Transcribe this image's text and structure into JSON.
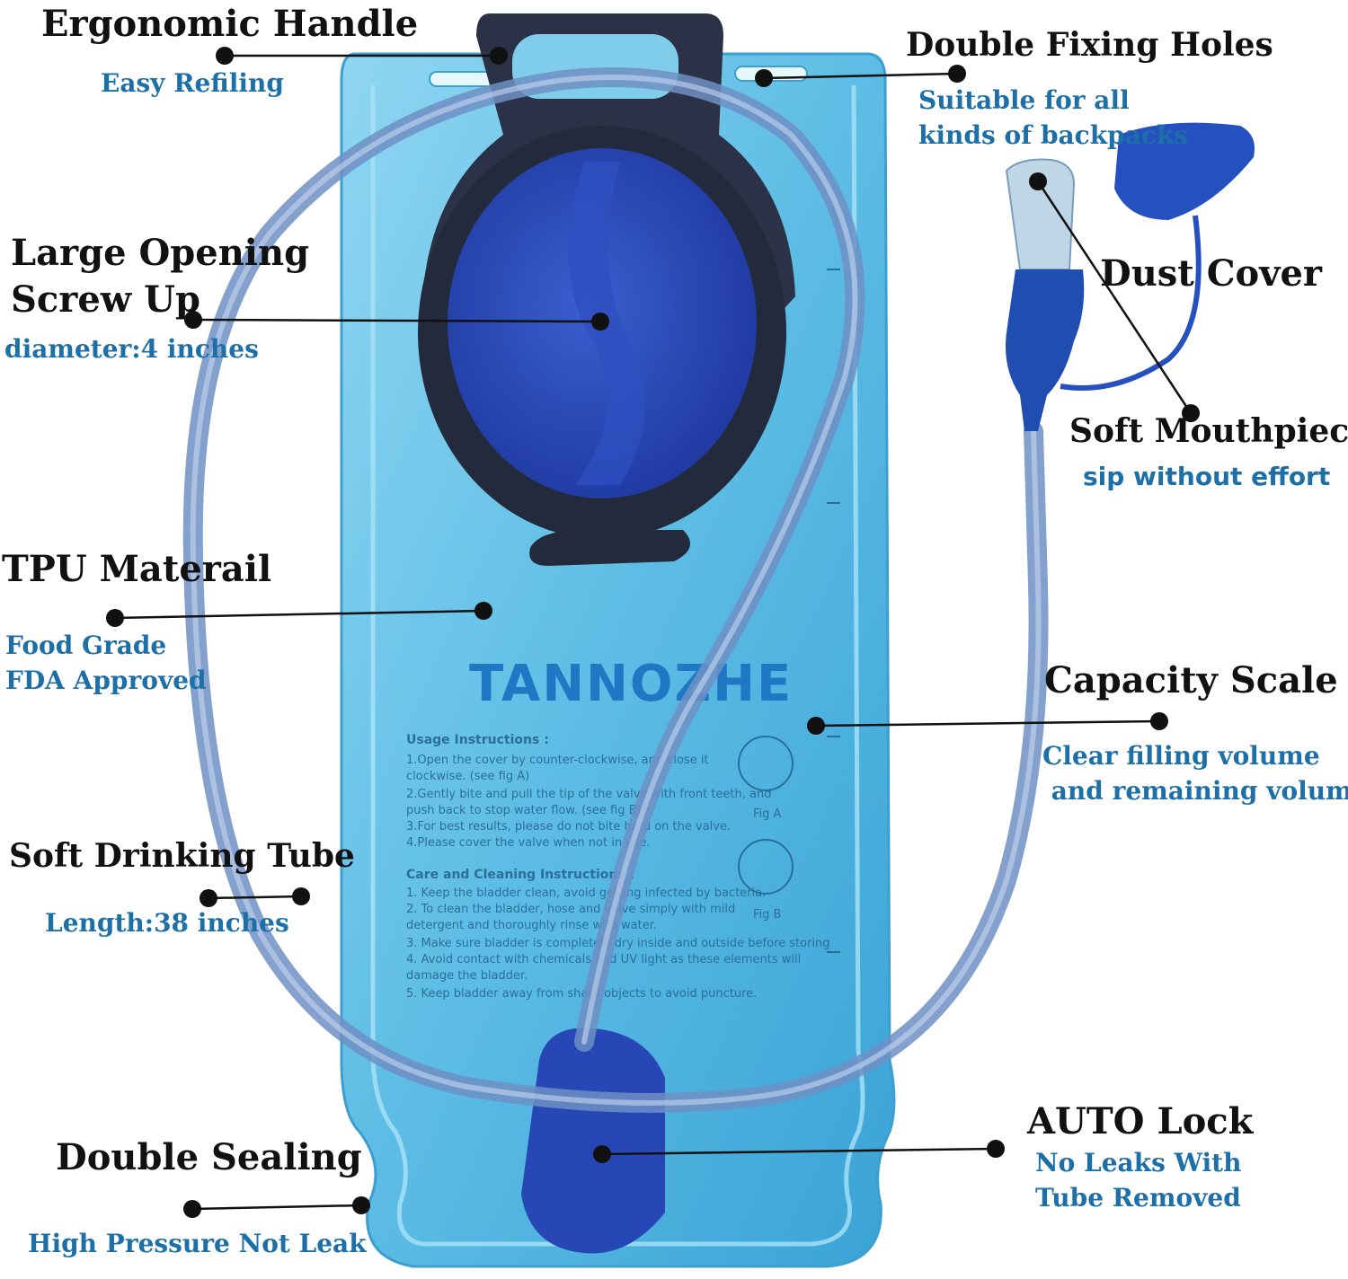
{
  "colors": {
    "label": "#111111",
    "sublabel": "#1d6fa8",
    "bag": "#5dbfe6",
    "bag_dark": "#3a9fd0",
    "tube": "#6f8fc4",
    "cap": "#2647b5",
    "handle": "#2b3247"
  },
  "product": {
    "brand": "TANNOZHE",
    "usage_heading": "Usage Instructions :",
    "usage_lines": [
      "1.Open the cover by counter-clockwise, and close it",
      "clockwise. (see fig A)",
      "2.Gently bite and pull the tip of the valve with front teeth, and",
      "push back to stop water flow. (see fig B)",
      "3.For best results, please do not bite hard on the valve.",
      "4.Please cover the valve when not in use."
    ],
    "care_heading": "Care and Cleaning Instructions :",
    "care_lines": [
      "1. Keep the bladder clean, avoid getting infected by bacteria.",
      "2. To clean the bladder, hose and valve simply with mild",
      "detergent and thoroughly rinse with water.",
      "3. Make sure bladder is completely dry inside and outside before storing",
      "4. Avoid contact with chemicals and UV light as these elements will",
      "damage the bladder.",
      "5. Keep bladder away from sharp objects to avoid puncture."
    ],
    "fig_a": "Fig A",
    "fig_b": "Fig B"
  },
  "callouts": {
    "handle": {
      "title": "Ergonomic Handle",
      "sub": "Easy Refiling"
    },
    "fixing": {
      "title": "Double Fixing Holes",
      "sub_lines": [
        "Suitable for all",
        "kinds of backpacks"
      ]
    },
    "opening": {
      "title_lines": [
        "Large Opening",
        "Screw Up"
      ],
      "sub": "diameter:4 inches"
    },
    "dust": {
      "title": "Dust Cover"
    },
    "mouthpiece": {
      "title": "Soft Mouthpiece",
      "sub": "sip without effort"
    },
    "material": {
      "title": "TPU Materail",
      "sub_lines": [
        "Food Grade",
        "FDA Approved"
      ]
    },
    "capacity": {
      "title": "Capacity Scale",
      "sub_lines": [
        "Clear filling volume",
        " and remaining volume"
      ]
    },
    "tube": {
      "title": "Soft Drinking Tube",
      "sub": "Length:38 inches"
    },
    "autolock": {
      "title": "AUTO Lock",
      "sub_lines": [
        "No Leaks With",
        "Tube Removed"
      ]
    },
    "sealing": {
      "title": "Double Sealing",
      "sub": "High Pressure Not Leak"
    }
  }
}
